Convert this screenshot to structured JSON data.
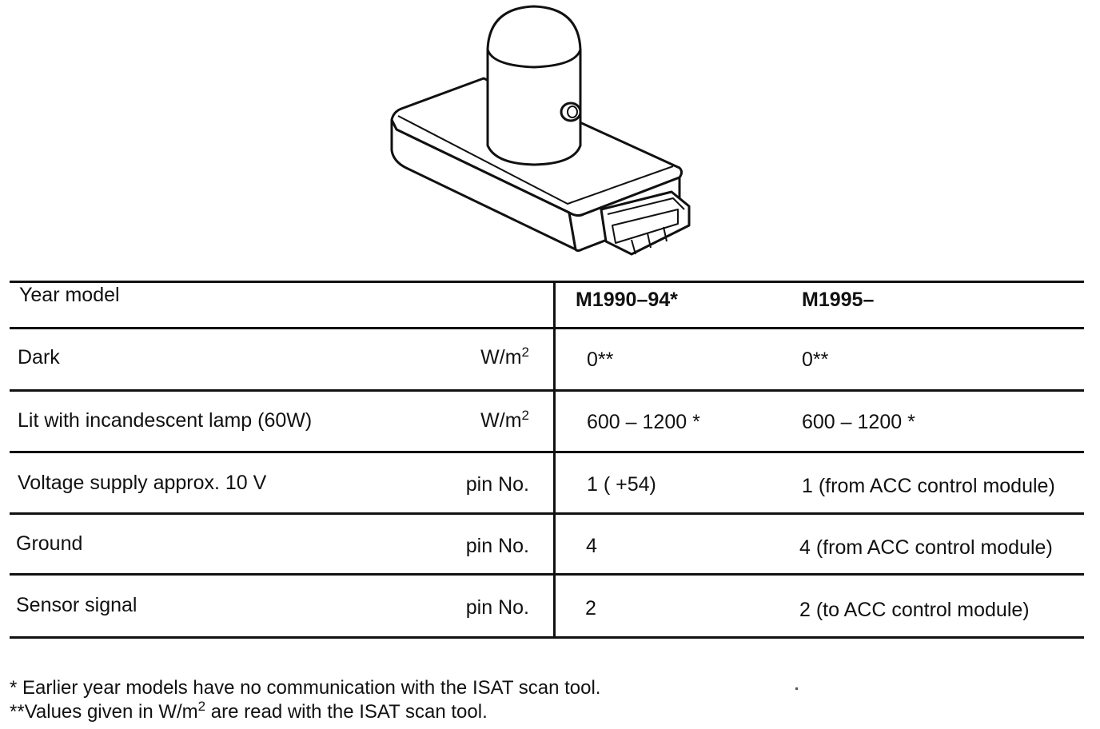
{
  "table": {
    "header": {
      "label": "Year model",
      "col1": "M1990–94*",
      "col2": "M1995–"
    },
    "rows": [
      {
        "label": "Dark",
        "unit": "W/m",
        "unit_sup": "2",
        "col1": "0**",
        "col2": "0**"
      },
      {
        "label": "Lit with incandescent lamp (60W)",
        "unit": "W/m",
        "unit_sup": "2",
        "col1": "600 – 1200 *",
        "col2": "600 – 1200 *"
      },
      {
        "label": "Voltage supply approx. 10 V",
        "unit": "pin No.",
        "unit_sup": "",
        "col1": "1 ( +54)",
        "col2": "1 (from ACC control module)"
      },
      {
        "label": "Ground",
        "unit": "pin No.",
        "unit_sup": "",
        "col1": "4",
        "col2": "4 (from ACC control module)"
      },
      {
        "label": "Sensor signal",
        "unit": "pin No.",
        "unit_sup": "",
        "col1": "2",
        "col2": "2 (to ACC control module)"
      }
    ]
  },
  "footnotes": {
    "note1": "* Earlier year models have no communication with the ISAT scan tool.",
    "note2_pre": "**Values given in W/m",
    "note2_sup": "2",
    "note2_post": " are read with the ISAT scan tool."
  }
}
